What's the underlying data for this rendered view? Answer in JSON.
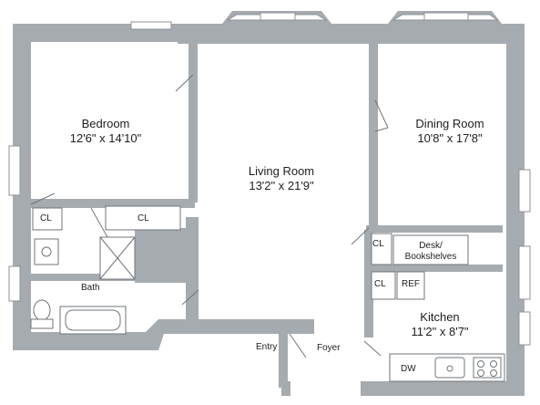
{
  "rooms": {
    "bedroom": {
      "name": "Bedroom",
      "dims": "12'6\" x 14'10\""
    },
    "living_room": {
      "name": "Living Room",
      "dims": "13'2\" x 21'9\""
    },
    "dining_room": {
      "name": "Dining Room",
      "dims": "10'8\" x 17'8\""
    },
    "kitchen": {
      "name": "Kitchen",
      "dims": "11'2\" x 8'7\""
    }
  },
  "labels": {
    "closet": "CL",
    "bath": "Bath",
    "desk_line1": "Desk/",
    "desk_line2": "Bookshelves",
    "refrigerator": "REF",
    "dishwasher": "DW",
    "entry": "Entry",
    "foyer": "Foyer"
  },
  "colors": {
    "wall": "#a6abb0",
    "floor": "#ffffff",
    "fixture_line": "#6f757a",
    "text": "#1e1e1e"
  }
}
